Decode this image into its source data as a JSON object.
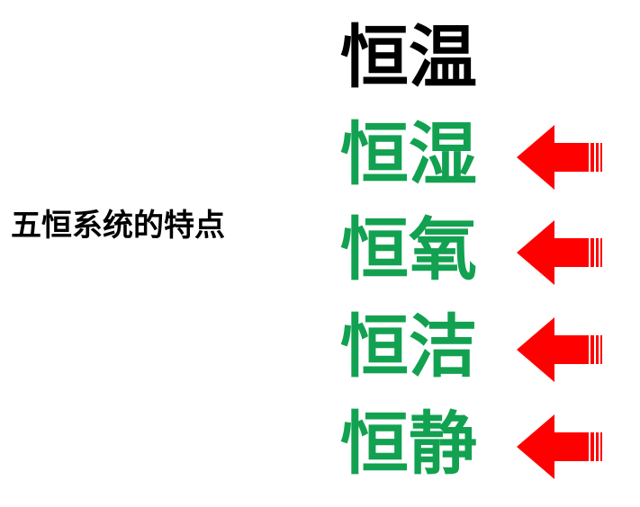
{
  "title": "五恒系统的特点",
  "colors": {
    "primary_term": "#000000",
    "highlight_term": "#12a150",
    "arrow": "#ff0000"
  },
  "terms": [
    {
      "label": "恒温",
      "highlighted": false,
      "arrow_icon": ""
    },
    {
      "label": "恒湿",
      "highlighted": true,
      "arrow_icon": "arrow-left-icon"
    },
    {
      "label": "恒氧",
      "highlighted": true,
      "arrow_icon": "arrow-left-icon"
    },
    {
      "label": "恒洁",
      "highlighted": true,
      "arrow_icon": "arrow-left-icon"
    },
    {
      "label": "恒静",
      "highlighted": true,
      "arrow_icon": "arrow-left-icon"
    }
  ]
}
